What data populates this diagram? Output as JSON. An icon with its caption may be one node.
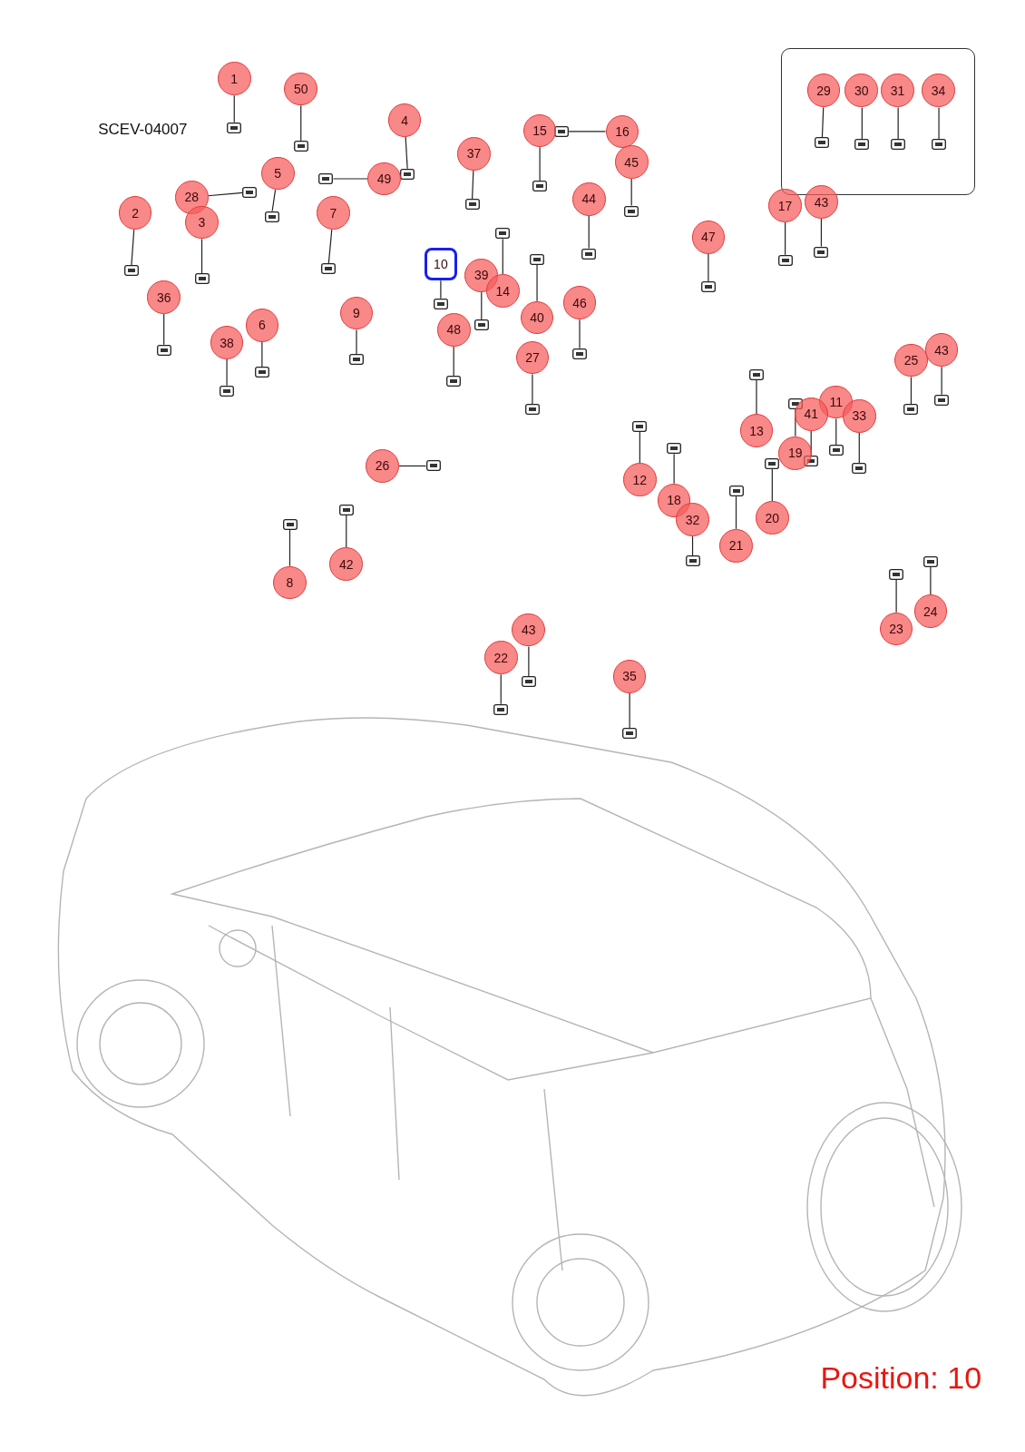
{
  "diagram": {
    "nodes": [
      {
        "text": [],
        "shape": "box"
      },
      {
        "text": [
          "29"
        ],
        "in": 0
      },
      {
        "text": [
          "30"
        ],
        "in": 0
      },
      {
        "text": [
          "31"
        ],
        "in": 0
      },
      {
        "text": [
          "34"
        ],
        "in": 0
      },
      {
        "text": [
          "1"
        ]
      },
      {
        "text": [
          "50"
        ]
      },
      {
        "text": [
          "4"
        ]
      },
      {
        "text": [
          "15"
        ]
      },
      {
        "text": [
          "16"
        ]
      },
      {
        "text": [
          "37"
        ]
      },
      {
        "text": [
          "45"
        ]
      },
      {
        "text": [
          "5"
        ]
      },
      {
        "text": [
          "49"
        ]
      },
      {
        "text": [
          "28"
        ]
      },
      {
        "text": [
          "44"
        ]
      },
      {
        "text": [
          "17"
        ]
      },
      {
        "text": [
          "43"
        ]
      },
      {
        "text": [
          "2"
        ]
      },
      {
        "text": [
          "7"
        ]
      },
      {
        "text": [
          "3"
        ]
      },
      {
        "text": [
          "47"
        ]
      },
      {
        "text": [
          "10"
        ]
      },
      {
        "text": [
          "39"
        ]
      },
      {
        "text": [
          "14"
        ]
      },
      {
        "text": [
          "36"
        ]
      },
      {
        "text": [
          "9"
        ]
      },
      {
        "text": [
          "40"
        ]
      },
      {
        "text": [
          "46"
        ]
      },
      {
        "text": [
          "6"
        ]
      },
      {
        "text": [
          "48"
        ]
      },
      {
        "text": [
          "38"
        ]
      },
      {
        "text": [
          "27"
        ]
      },
      {
        "text": [
          "43"
        ]
      },
      {
        "text": [
          "25"
        ]
      },
      {
        "text": [
          "11"
        ]
      },
      {
        "text": [
          "41"
        ]
      },
      {
        "text": [
          "33"
        ]
      },
      {
        "text": [
          "13"
        ]
      },
      {
        "text": [
          "19"
        ]
      },
      {
        "text": [
          "26"
        ]
      },
      {
        "text": [
          "12"
        ]
      },
      {
        "text": [
          "18"
        ]
      },
      {
        "text": [
          "20"
        ]
      },
      {
        "text": [
          "32"
        ]
      },
      {
        "text": [
          "21"
        ]
      },
      {
        "text": [
          "42"
        ]
      },
      {
        "text": [
          "8"
        ]
      },
      {
        "text": [
          "24"
        ]
      },
      {
        "text": [
          "23"
        ]
      },
      {
        "text": [
          "43"
        ]
      },
      {
        "text": [
          "22"
        ]
      },
      {
        "text": [
          "35"
        ]
      },
      {
        "text": [],
        "shape": "picture",
        "in": 0
      },
      {
        "text": [],
        "shape": "picture",
        "in": 0
      },
      {
        "text": [],
        "shape": "picture",
        "in": 0
      },
      {
        "text": [],
        "shape": "picture",
        "in": 0
      },
      {
        "text": [],
        "shape": "picture"
      },
      {
        "text": [],
        "shape": "picture"
      },
      {
        "text": [],
        "shape": "picture"
      },
      {
        "text": [],
        "shape": "picture"
      },
      {
        "text": [],
        "shape": "picture"
      },
      {
        "text": [],
        "shape": "picture"
      },
      {
        "text": [],
        "shape": "picture"
      },
      {
        "text": [],
        "shape": "picture"
      },
      {
        "text": [],
        "shape": "picture"
      },
      {
        "text": [],
        "shape": "picture"
      },
      {
        "text": [],
        "shape": "picture"
      },
      {
        "text": [],
        "shape": "picture"
      },
      {
        "text": [],
        "shape": "picture"
      },
      {
        "text": [],
        "shape": "picture"
      },
      {
        "text": [],
        "shape": "picture"
      },
      {
        "text": [],
        "shape": "picture"
      },
      {
        "text": [],
        "shape": "picture"
      },
      {
        "text": [],
        "shape": "picture"
      },
      {
        "text": [],
        "shape": "picture"
      },
      {
        "text": [],
        "shape": "picture"
      },
      {
        "text": [],
        "shape": "picture"
      },
      {
        "text": [],
        "shape": "picture"
      },
      {
        "text": [],
        "shape": "picture"
      },
      {
        "text": [],
        "shape": "picture"
      },
      {
        "text": [],
        "shape": "picture"
      },
      {
        "text": [],
        "shape": "picture"
      },
      {
        "text": [],
        "shape": "picture"
      },
      {
        "text": [],
        "shape": "picture"
      },
      {
        "text": [],
        "shape": "picture"
      },
      {
        "text": [],
        "shape": "picture"
      },
      {
        "text": [],
        "shape": "picture"
      },
      {
        "text": [],
        "shape": "picture"
      },
      {
        "text": [],
        "shape": "picture"
      },
      {
        "text": [],
        "shape": "picture"
      },
      {
        "text": [],
        "shape": "picture"
      },
      {
        "text": [],
        "shape": "picture"
      },
      {
        "text": [],
        "shape": "picture"
      },
      {
        "text": [],
        "shape": "picture"
      },
      {
        "text": [],
        "shape": "picture"
      },
      {
        "text": [],
        "shape": "picture"
      },
      {
        "text": [],
        "shape": "picture"
      },
      {
        "text": [],
        "shape": "picture"
      },
      {
        "text": [],
        "shape": "picture"
      },
      {
        "text": [],
        "shape": "picture"
      },
      {
        "text": [],
        "shape": "picture"
      },
      {
        "text": [],
        "shape": "picture"
      },
      {
        "text": [],
        "shape": "picture"
      },
      {
        "text": [],
        "shape": "picture"
      }
    ],
    "edges": [
      {
        "from": 1,
        "to": 53,
        "arrow": "none"
      },
      {
        "from": 2,
        "to": 54,
        "arrow": "none"
      },
      {
        "from": 3,
        "to": 55,
        "arrow": "none"
      },
      {
        "from": 4,
        "to": 56,
        "arrow": "none"
      },
      {
        "from": 5,
        "to": 57,
        "arrow": "none"
      },
      {
        "from": 6,
        "to": 58,
        "arrow": "none"
      },
      {
        "from": 7,
        "to": 59,
        "arrow": "none"
      },
      {
        "from": 8,
        "to": 60,
        "arrow": "none"
      },
      {
        "from": 9,
        "to": 61,
        "arrow": "none"
      },
      {
        "from": 10,
        "to": 62,
        "arrow": "none"
      },
      {
        "from": 11,
        "to": 63,
        "arrow": "none"
      },
      {
        "from": 12,
        "to": 64,
        "arrow": "none"
      },
      {
        "from": 13,
        "to": 65,
        "arrow": "none"
      },
      {
        "from": 14,
        "to": 66,
        "arrow": "none"
      },
      {
        "from": 15,
        "to": 67,
        "arrow": "none"
      },
      {
        "from": 16,
        "to": 68,
        "arrow": "none"
      },
      {
        "from": 17,
        "to": 69,
        "arrow": "none"
      },
      {
        "from": 18,
        "to": 70,
        "arrow": "none"
      },
      {
        "from": 19,
        "to": 71,
        "arrow": "none"
      },
      {
        "from": 20,
        "to": 72,
        "arrow": "none"
      },
      {
        "from": 21,
        "to": 73,
        "arrow": "none"
      },
      {
        "from": 22,
        "to": 74,
        "arrow": "none"
      },
      {
        "from": 23,
        "to": 75,
        "arrow": "none"
      },
      {
        "from": 24,
        "to": 76,
        "arrow": "none"
      },
      {
        "from": 25,
        "to": 77,
        "arrow": "none"
      },
      {
        "from": 26,
        "to": 78,
        "arrow": "none"
      },
      {
        "from": 27,
        "to": 79,
        "arrow": "none"
      },
      {
        "from": 28,
        "to": 80,
        "arrow": "none"
      },
      {
        "from": 29,
        "to": 81,
        "arrow": "none"
      },
      {
        "from": 30,
        "to": 82,
        "arrow": "none"
      },
      {
        "from": 31,
        "to": 83,
        "arrow": "none"
      },
      {
        "from": 32,
        "to": 84,
        "arrow": "none"
      },
      {
        "from": 33,
        "to": 85,
        "arrow": "none"
      },
      {
        "from": 34,
        "to": 86,
        "arrow": "none"
      },
      {
        "from": 35,
        "to": 87,
        "arrow": "none"
      },
      {
        "from": 36,
        "to": 88,
        "arrow": "none"
      },
      {
        "from": 37,
        "to": 89,
        "arrow": "none"
      },
      {
        "from": 38,
        "to": 90,
        "arrow": "none"
      },
      {
        "from": 39,
        "to": 91,
        "arrow": "none"
      },
      {
        "from": 40,
        "to": 92,
        "arrow": "none"
      },
      {
        "from": 41,
        "to": 93,
        "arrow": "none"
      },
      {
        "from": 42,
        "to": 94,
        "arrow": "none"
      },
      {
        "from": 43,
        "to": 95,
        "arrow": "none"
      },
      {
        "from": 44,
        "to": 96,
        "arrow": "none"
      },
      {
        "from": 45,
        "to": 97,
        "arrow": "none"
      },
      {
        "from": 46,
        "to": 98,
        "arrow": "none"
      },
      {
        "from": 47,
        "to": 99,
        "arrow": "none"
      },
      {
        "from": 48,
        "to": 100,
        "arrow": "none"
      },
      {
        "from": 49,
        "to": 101,
        "arrow": "none"
      },
      {
        "from": 50,
        "to": 102,
        "arrow": "none"
      },
      {
        "from": 51,
        "to": 103,
        "arrow": "none"
      },
      {
        "from": 52,
        "to": 104,
        "arrow": "none"
      }
    ],
    "labels": [
      "SCEV-04007",
      "Position: 10"
    ]
  }
}
